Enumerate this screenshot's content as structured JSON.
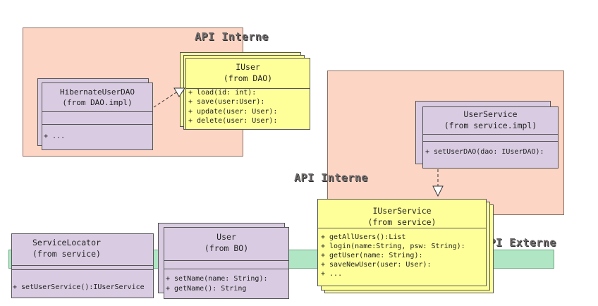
{
  "zones": {
    "api_interne_top": "API Interne",
    "api_interne_right": "API Interne",
    "api_externe": "API Externe"
  },
  "classes": {
    "hibernate_user_dao": {
      "name": "HibernateUserDAO",
      "package": "(from DAO.impl)",
      "operations": [
        "+ ..."
      ]
    },
    "iuser": {
      "name": "IUser",
      "package": "(from DAO)",
      "operations": [
        "+ load(id: int):",
        "+ save(user:User):",
        "+ update(user: User):",
        "+ delete(user: User):"
      ]
    },
    "user_service": {
      "name": "UserService",
      "package": "(from service.impl)",
      "operations": [
        "+ setUserDAO(dao: IUserDAO):"
      ]
    },
    "iuser_service": {
      "name": "IUserService",
      "package": "(from service)",
      "operations": [
        "+ getAllUsers():List",
        "+ login(name:String, psw: String):",
        "+ getUser(name: String):",
        "+ saveNewUser(user: User):",
        "+ ..."
      ]
    },
    "service_locator": {
      "name": "ServiceLocator",
      "package": "(from service)",
      "operations": [
        "+ setUserService():IUserService"
      ]
    },
    "user": {
      "name": "User",
      "package": "(from BO)",
      "operations": [
        "+ setName(name: String):",
        "+ getName(): String"
      ]
    }
  },
  "colors": {
    "zone_fill": "#fdd5c5",
    "band_fill": "#b0e6c4",
    "class_purple": "#d9cce2",
    "class_yellow": "#ffff9a"
  }
}
